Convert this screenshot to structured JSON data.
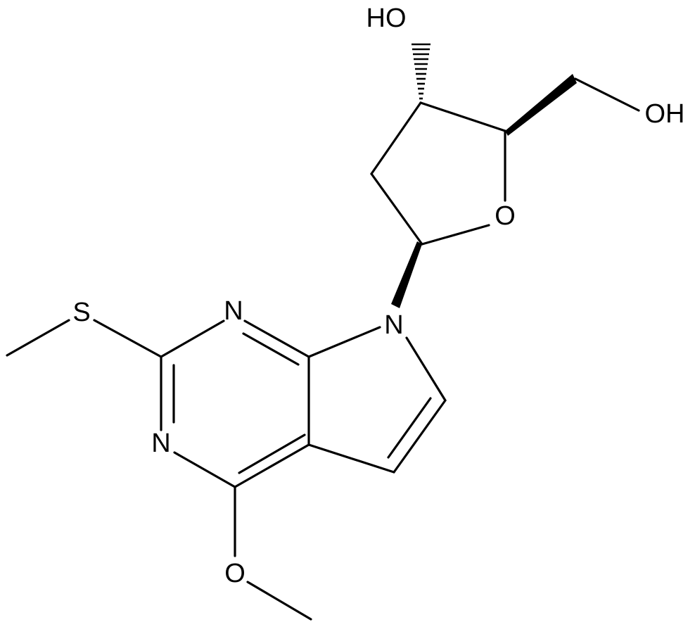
{
  "molecule": {
    "atoms": {
      "s": "S",
      "n_top": "N",
      "n_left": "N",
      "n_ring": "N",
      "o_methoxy": "O",
      "o_ring": "O",
      "oh_top": "HO",
      "oh_right": "OH"
    }
  }
}
